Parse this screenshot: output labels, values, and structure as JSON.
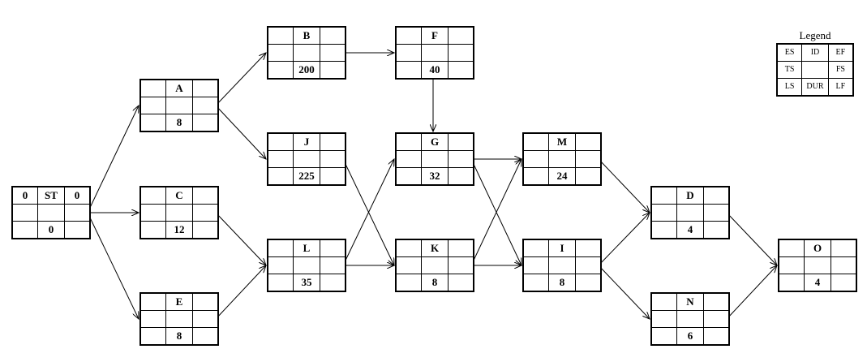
{
  "nodes": [
    {
      "id": "ST",
      "es": "0",
      "ef": "0",
      "dur": "0"
    },
    {
      "id": "A",
      "dur": "8"
    },
    {
      "id": "C",
      "dur": "12"
    },
    {
      "id": "E",
      "dur": "8"
    },
    {
      "id": "B",
      "dur": "200"
    },
    {
      "id": "J",
      "dur": "225"
    },
    {
      "id": "L",
      "dur": "35"
    },
    {
      "id": "F",
      "dur": "40"
    },
    {
      "id": "G",
      "dur": "32"
    },
    {
      "id": "K",
      "dur": "8"
    },
    {
      "id": "M",
      "dur": "24"
    },
    {
      "id": "I",
      "dur": "8"
    },
    {
      "id": "D",
      "dur": "4"
    },
    {
      "id": "N",
      "dur": "6"
    },
    {
      "id": "O",
      "dur": "4"
    }
  ],
  "edges": [
    [
      "ST",
      "A"
    ],
    [
      "ST",
      "C"
    ],
    [
      "ST",
      "E"
    ],
    [
      "A",
      "B"
    ],
    [
      "A",
      "J"
    ],
    [
      "C",
      "L"
    ],
    [
      "E",
      "L"
    ],
    [
      "B",
      "F"
    ],
    [
      "F",
      "G"
    ],
    [
      "J",
      "K"
    ],
    [
      "L",
      "G"
    ],
    [
      "L",
      "K"
    ],
    [
      "G",
      "M"
    ],
    [
      "G",
      "I"
    ],
    [
      "K",
      "M"
    ],
    [
      "K",
      "I"
    ],
    [
      "M",
      "D"
    ],
    [
      "I",
      "D"
    ],
    [
      "I",
      "N"
    ],
    [
      "D",
      "O"
    ],
    [
      "N",
      "O"
    ]
  ],
  "legend": {
    "title": "Legend",
    "es": "ES",
    "id": "ID",
    "ef": "EF",
    "ts": "TS",
    "fs": "FS",
    "ls": "LS",
    "dur": "DUR",
    "lf": "LF"
  }
}
